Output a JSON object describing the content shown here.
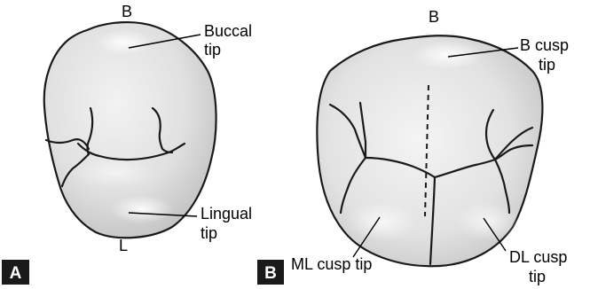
{
  "panel_a": {
    "panel_label": "A",
    "top_letter": "B",
    "bottom_letter": "L",
    "buccal_label_line1": "Buccal",
    "buccal_label_line2": "tip",
    "lingual_label_line1": "Lingual",
    "lingual_label_line2": "tip"
  },
  "panel_b": {
    "panel_label": "B",
    "top_letter": "B",
    "b_cusp_line1": "B cusp",
    "b_cusp_line2": "tip",
    "ml_cusp": "ML cusp tip",
    "dl_cusp_line1": "DL cusp",
    "dl_cusp_line2": "tip"
  }
}
